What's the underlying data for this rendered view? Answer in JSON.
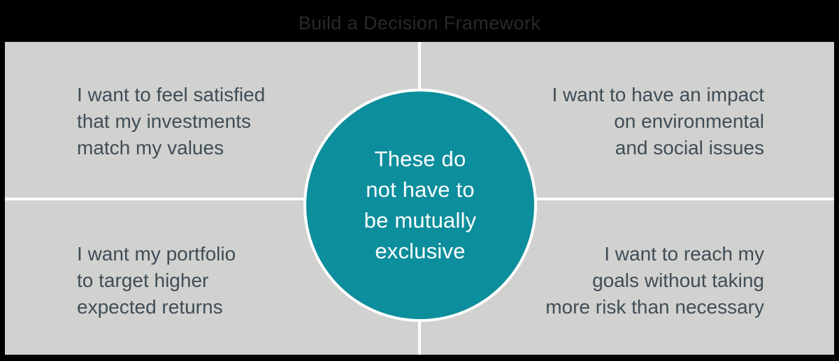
{
  "slide": {
    "title": "Build a Decision Framework",
    "title_color": "#292929",
    "background_color": "#000000",
    "panel_color": "#d1d1d0",
    "divider_color": "#ffffff",
    "text_color": "#3f4d56"
  },
  "center": {
    "label": "These do\nnot have to\nbe mutually\nexclusive",
    "fill_color": "#0d8e9c",
    "text_color": "#ffffff",
    "ring_color": "#ffffff"
  },
  "quadrants": [
    {
      "id": "top-left",
      "text": "I want to feel satisfied\nthat my investments\nmatch my values",
      "align": "left"
    },
    {
      "id": "top-right",
      "text": "I want to have an impact\non environmental\nand social issues",
      "align": "right"
    },
    {
      "id": "bottom-left",
      "text": "I want my portfolio\nto target higher\nexpected returns",
      "align": "left"
    },
    {
      "id": "bottom-right",
      "text": "I want to reach my\ngoals without taking\nmore risk than necessary",
      "align": "right"
    }
  ]
}
